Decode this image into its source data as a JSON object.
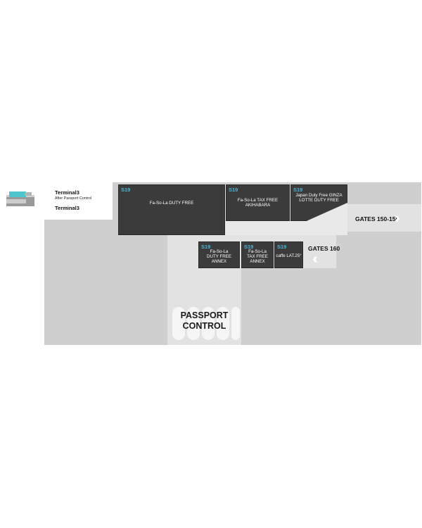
{
  "legend": {
    "terminal_title": "Terminal3",
    "subtitle": "After Passport Control",
    "terminal_label": "Terminal3"
  },
  "shops": [
    {
      "code": "S19",
      "name": "Fa-So-La  DUTY FREE"
    },
    {
      "code": "S19",
      "name": "Fa-So-La  TAX FREE\nAKIHABARA"
    },
    {
      "code": "S19",
      "name": "Japan Duty Free GINZA\nLOTTE DUTY FREE"
    },
    {
      "code": "S19",
      "name": "Fa-So-La\nDUTY FREE\nANNEX"
    },
    {
      "code": "S19",
      "name": "Fa-So-La\nTAX FREE\nANNEX"
    },
    {
      "code": "S19",
      "name": "caffe LAT.25°"
    }
  ],
  "gates": {
    "right_label": "GATES 150-155",
    "center_label": "GATES 160"
  },
  "passport_control": {
    "line1": "PASSPORT",
    "line2": "CONTROL"
  },
  "colors": {
    "shop_fill": "#3b3b3b",
    "shop_code": "#4db3d4",
    "corridor": "#e2e2e2",
    "background_area": "#cfcfcf",
    "locator_accent": "#4ec5cc"
  },
  "icons": {
    "direction_right": "double-chevron-right-icon",
    "direction_left": "double-chevron-left-icon",
    "locator": "terminal-locator-icon"
  }
}
